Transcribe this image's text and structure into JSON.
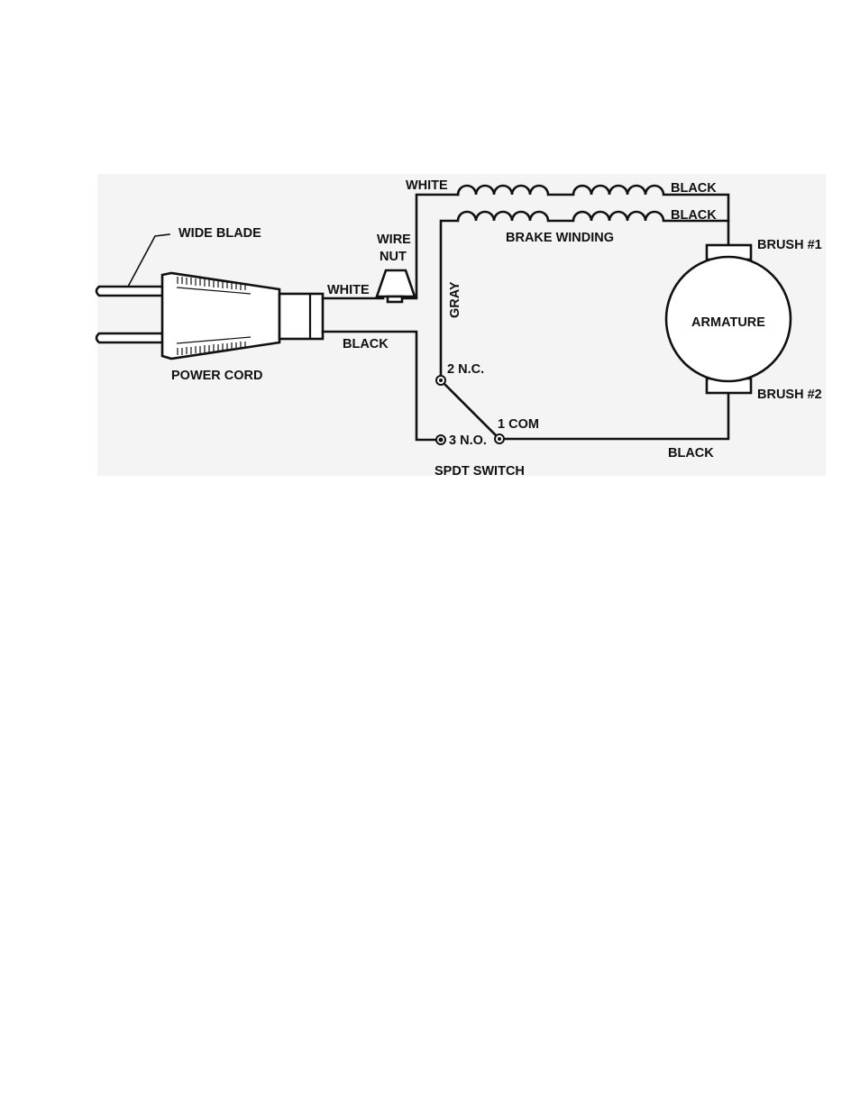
{
  "labels": {
    "wide_blade": "WIDE BLADE",
    "power_cord": "POWER CORD",
    "white_cord": "WHITE",
    "black_cord": "BLACK",
    "wire_nut_line1": "WIRE",
    "wire_nut_line2": "NUT",
    "white_top": "WHITE",
    "black_top1": "BLACK",
    "black_top2": "BLACK",
    "brake_winding": "BRAKE WINDING",
    "gray": "GRAY",
    "brush1": "BRUSH #1",
    "brush2": "BRUSH #2",
    "armature": "ARMATURE",
    "terminal_nc": "2 N.C.",
    "terminal_com": "1 COM",
    "terminal_no": "3 N.O.",
    "black_bottom": "BLACK",
    "spdt_switch": "SPDT SWITCH"
  }
}
